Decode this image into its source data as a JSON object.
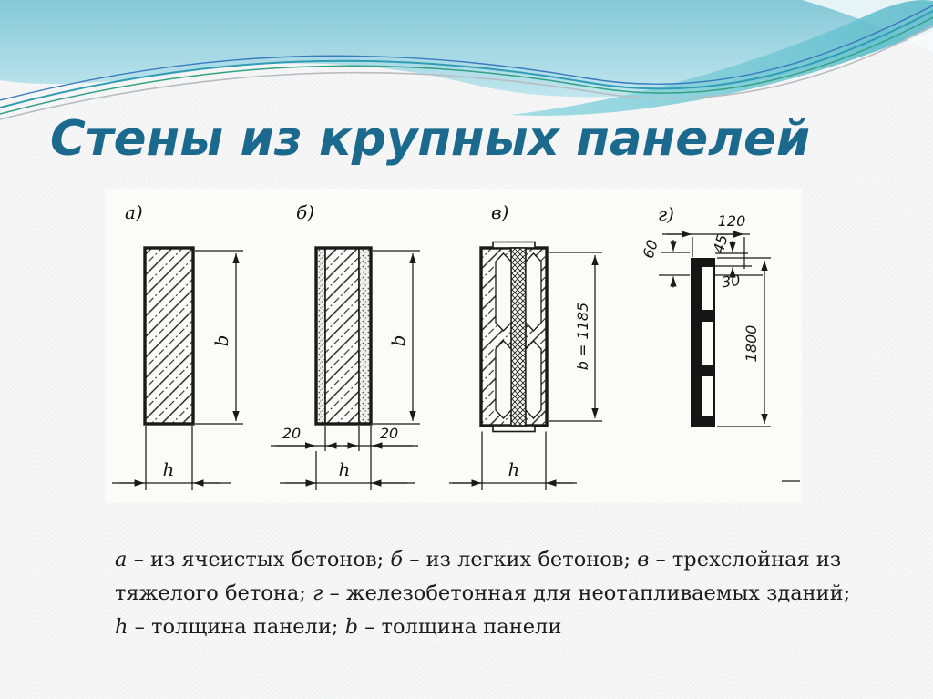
{
  "slide": {
    "title": "Стены из крупных панелей",
    "colors": {
      "title_text": "#1b6a8e",
      "wave_blue": "#85c8d7",
      "wave_blue_light": "#c0e6ee",
      "wave_band_teal": "#74c8d4",
      "wave_line_teal": "#2f9db4",
      "wave_line_green": "#33a184",
      "wave_line_blue": "#3a7abf",
      "wave_line_gray": "#b9bdc0",
      "drawing_ink": "#1a1a1a"
    }
  },
  "figure": {
    "panels": [
      {
        "label": "а)",
        "dim_b": "b",
        "dim_h": "h"
      },
      {
        "label": "б)",
        "dim_b": "b",
        "dim_h": "h",
        "dim_layer_left": "20",
        "dim_layer_right": "20"
      },
      {
        "label": "в)",
        "dim_b": "b = 1185",
        "dim_h": "h"
      },
      {
        "label": "г)",
        "dim_depth": "120",
        "dim_top": "60",
        "dim_flange": "45",
        "dim_web": "30",
        "dim_height": "1800"
      }
    ]
  },
  "caption": {
    "segments": [
      {
        "t": "а",
        "i": true
      },
      {
        "t": " – из ячеистых бетонов; ",
        "i": false
      },
      {
        "t": "б",
        "i": true
      },
      {
        "t": " – из легких бетонов; ",
        "i": false
      },
      {
        "t": "в",
        "i": true
      },
      {
        "t": " – трехслойная из\n",
        "i": false
      },
      {
        "t": "тяжелого бетона; ",
        "i": false
      },
      {
        "t": "г",
        "i": true
      },
      {
        "t": " – железобетонная для неотапливаемых зданий;\n",
        "i": false
      },
      {
        "t": "h",
        "i": true
      },
      {
        "t": " – толщина панели; ",
        "i": false
      },
      {
        "t": "b",
        "i": true
      },
      {
        "t": " – толщина панели",
        "i": false
      }
    ]
  }
}
